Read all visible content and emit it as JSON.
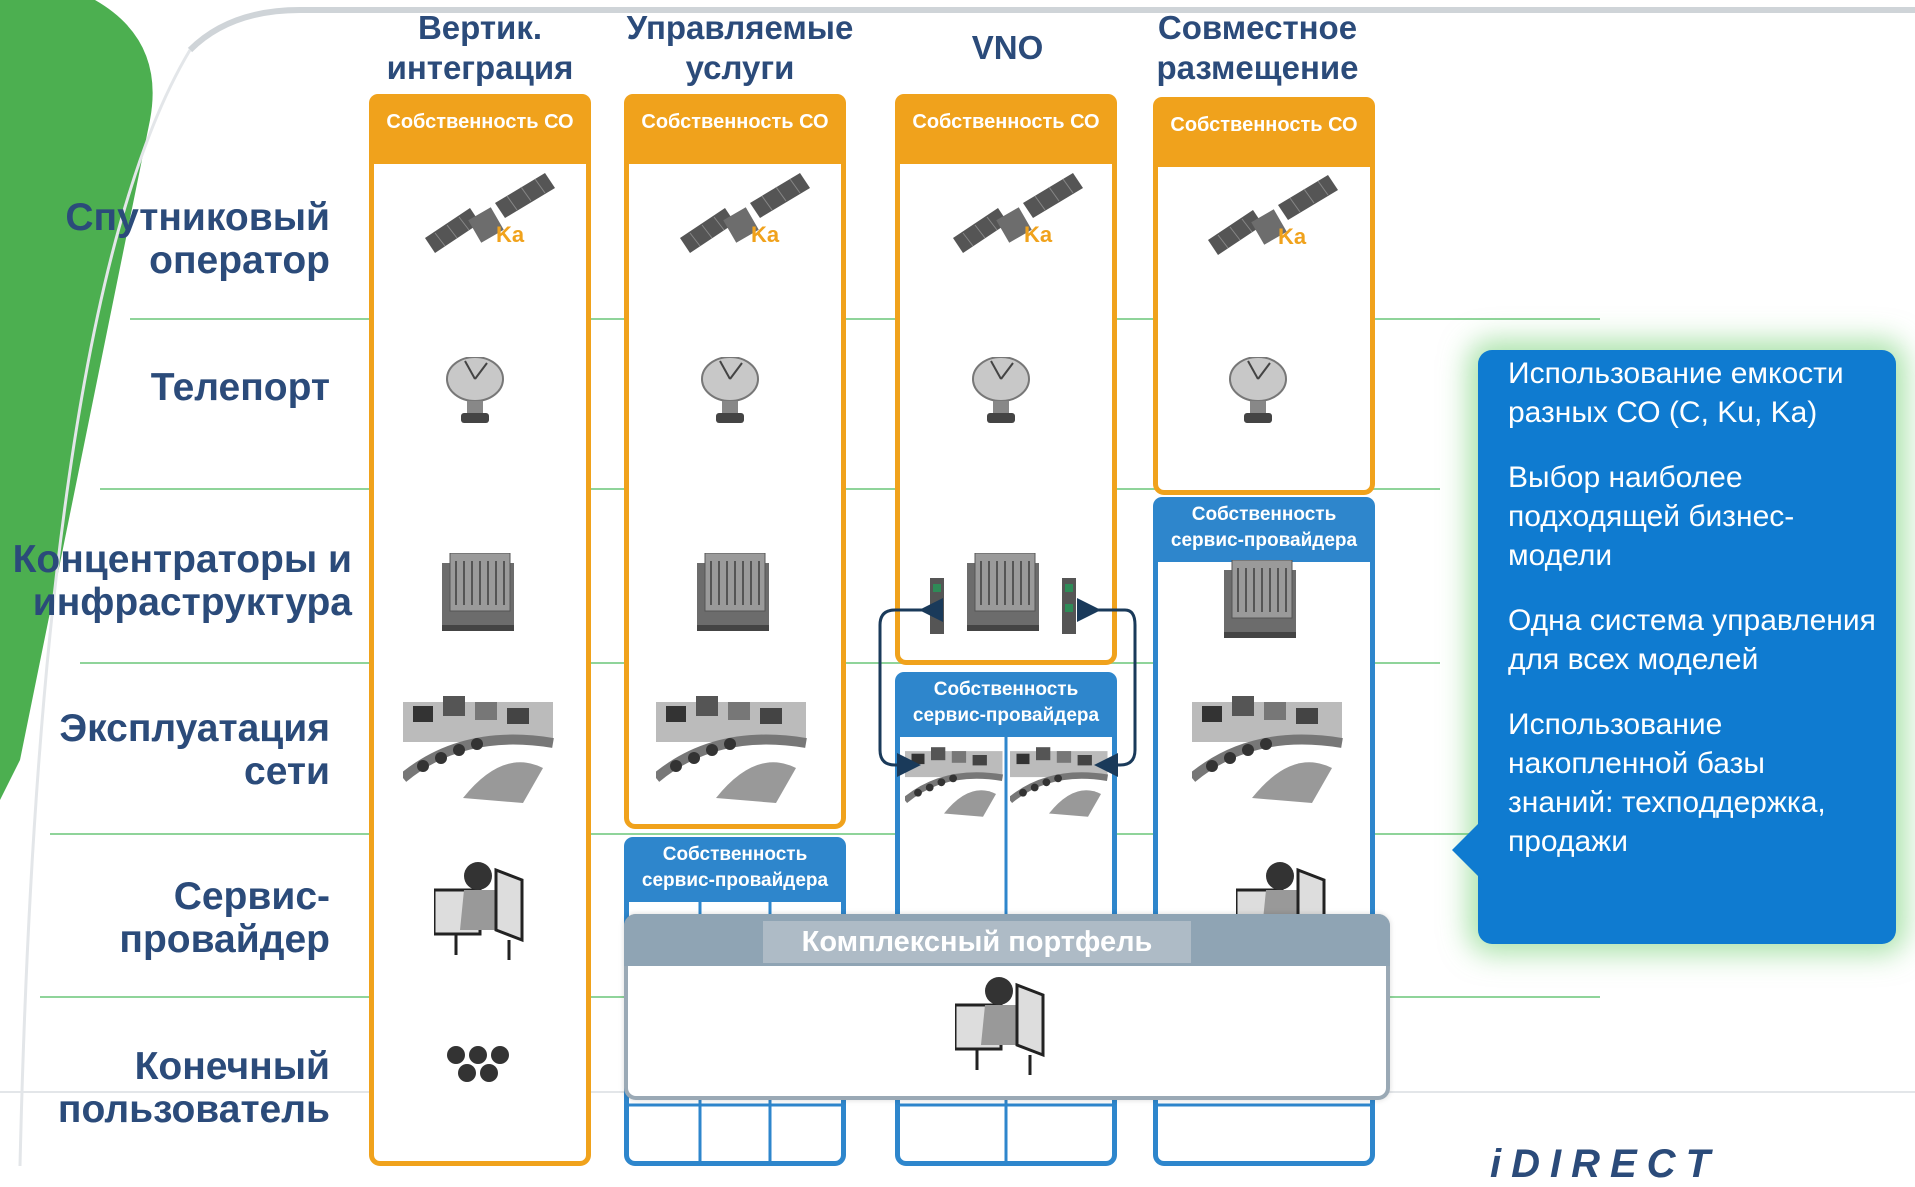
{
  "columns": [
    {
      "title": "Вертик.\nинтеграция"
    },
    {
      "title": "Управляемые\nуслуги"
    },
    {
      "title": "VNO"
    },
    {
      "title": "Совместное\nразмещение"
    }
  ],
  "rows": [
    {
      "label": "Спутниковый\nоператор"
    },
    {
      "label": "Телепорт"
    },
    {
      "label": "Концентраторы и\nинфраструктура"
    },
    {
      "label": "Эксплуатация\nсети"
    },
    {
      "label": "Сервис-\nпровайдер"
    },
    {
      "label": "Конечный\nпользователь"
    }
  ],
  "headers": {
    "operator": "Собственность СО",
    "provider_line1": "Собственность",
    "provider_line2": "сервис-провайдера"
  },
  "band_label": "Ka",
  "portfolio": {
    "label": "Комплексный портфель"
  },
  "callout": {
    "items": [
      "Использование емкости разных СО (C, Ku, Ka)",
      "Выбор наиболее подходящей бизнес-модели",
      "Одна система управления для всех моделей",
      "Использование накопленной базы знаний: техподдержка, продажи"
    ]
  },
  "logo": {
    "text": "iDIRECT"
  },
  "icons": [
    "satellite-icon",
    "antenna-dish-icon",
    "hub-rack-icon",
    "network-operations-icon",
    "support-agent-icon",
    "end-users-icon",
    "line-card-icon"
  ],
  "colors": {
    "orange": "#f0a21c",
    "blue": "#2e86cc",
    "navy": "#2b4b7a",
    "green": "#4caf50",
    "grey_band": "#8fa4b4"
  }
}
